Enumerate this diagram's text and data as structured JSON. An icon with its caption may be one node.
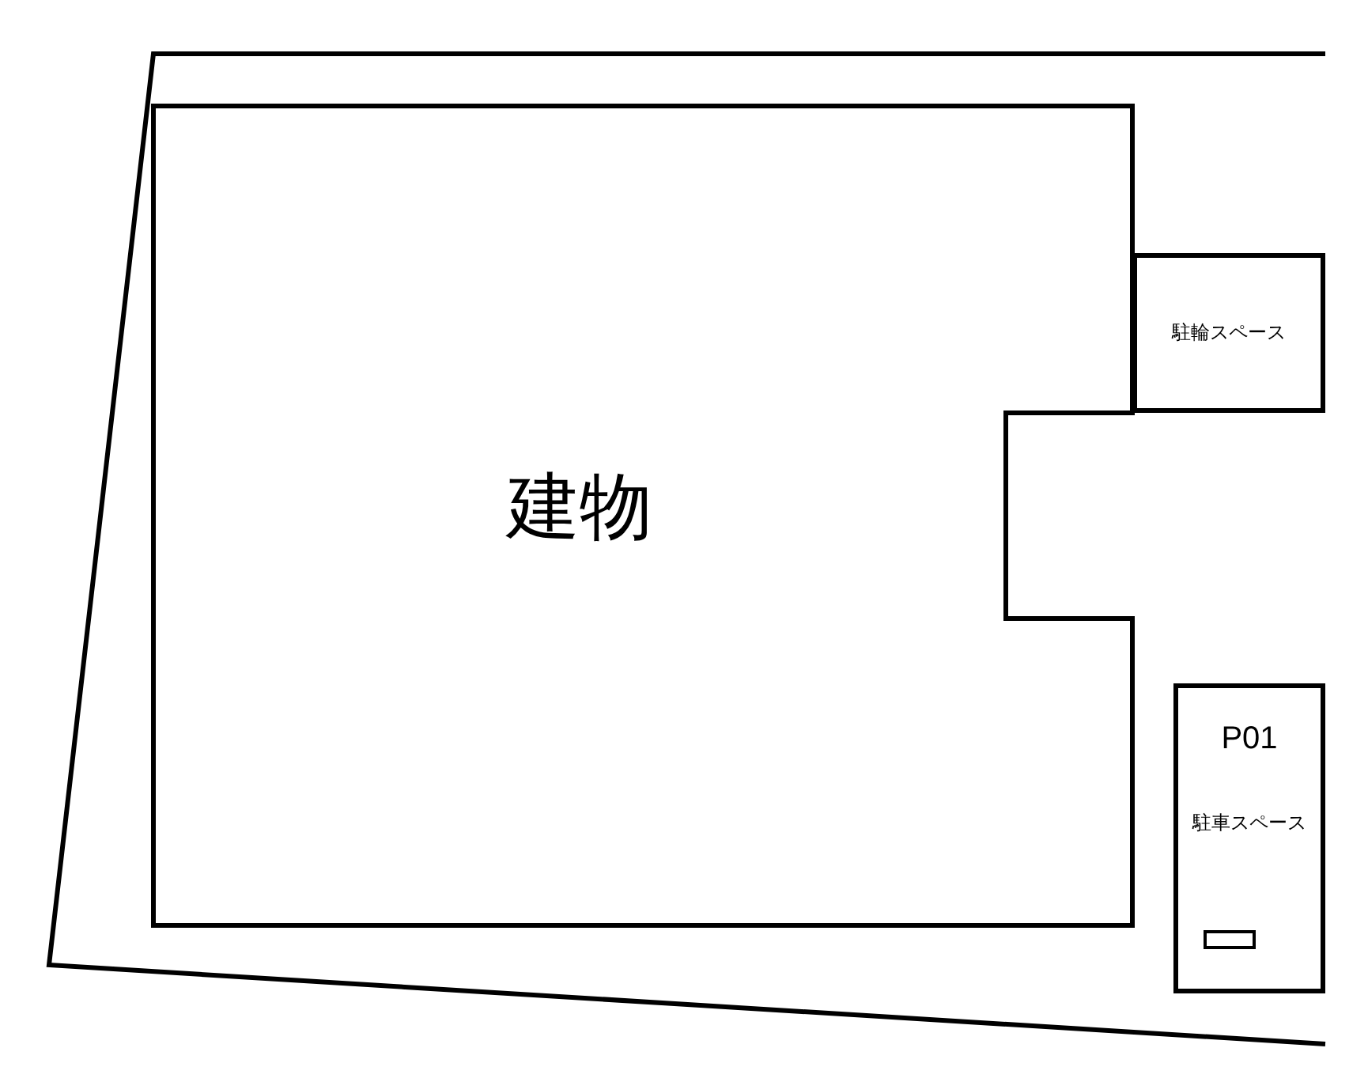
{
  "diagram": {
    "nodes": [
      {
        "text": [
          "建物"
        ]
      },
      {
        "text": [
          "駐輪スペース"
        ]
      },
      {
        "text": [
          "P01",
          "駐車スペース"
        ]
      },
      {
        "text": [],
        "shape": "box",
        "in": 2
      }
    ]
  }
}
